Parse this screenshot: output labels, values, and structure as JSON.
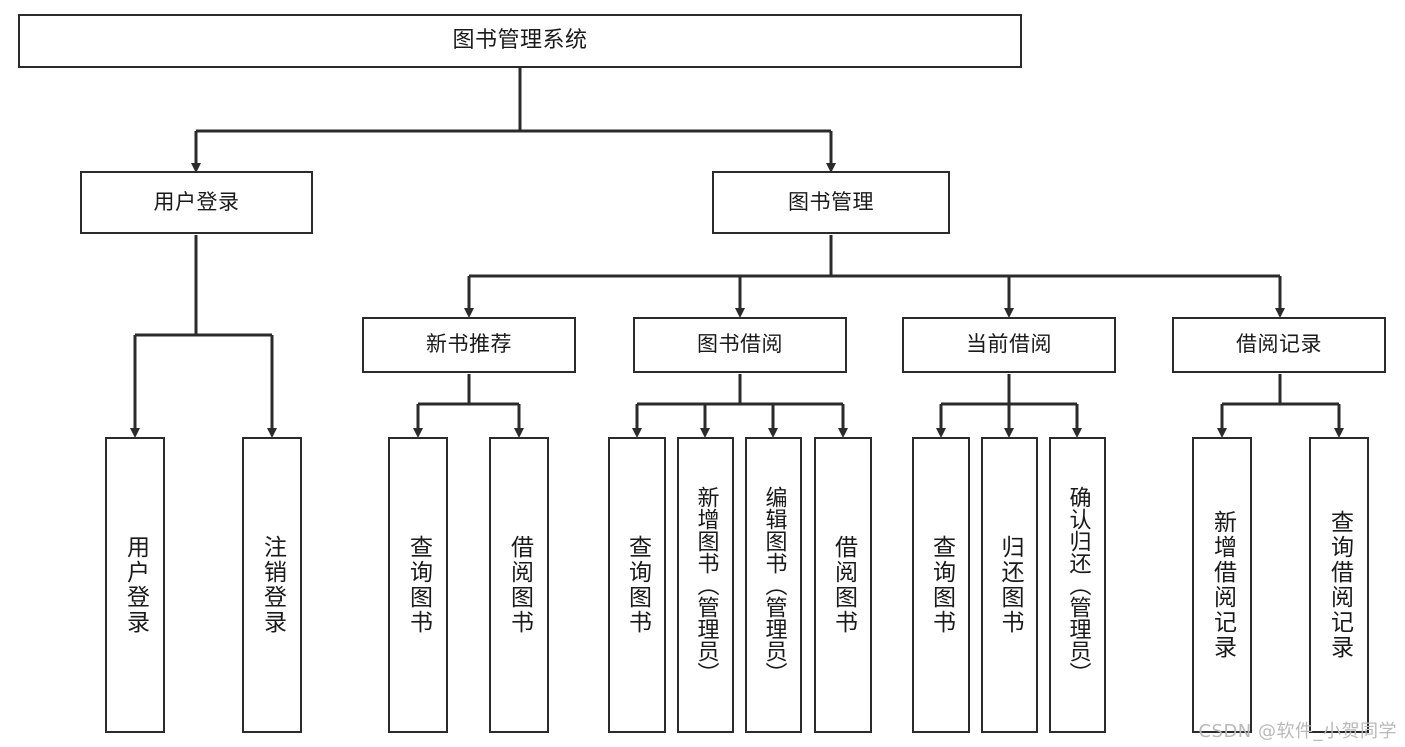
{
  "diagram": {
    "title": "图书管理系统",
    "type": "tree",
    "orientation": "top-down",
    "colors": {
      "background": "#ffffff",
      "box_border": "#2b2b2b",
      "box_fill": "#ffffff",
      "connector": "#2b2b2b",
      "text": "#1a1a1a",
      "watermark": "#b9b9b9"
    }
  },
  "nodes": {
    "root": {
      "label": "图书管理系统",
      "level": 1
    },
    "level2": [
      {
        "id": "user-login",
        "label": "用户登录"
      },
      {
        "id": "book-manage",
        "label": "图书管理"
      }
    ],
    "level3": [
      {
        "id": "new-book-recommend",
        "label": "新书推荐"
      },
      {
        "id": "book-borrow",
        "label": "图书借阅"
      },
      {
        "id": "current-borrow",
        "label": "当前借阅"
      },
      {
        "id": "borrow-record",
        "label": "借阅记录"
      }
    ],
    "leaves": {
      "user-login": [
        {
          "id": "leaf-user-login",
          "label": "用户登录"
        },
        {
          "id": "leaf-logout-login",
          "label": "注销登录"
        }
      ],
      "new-book-recommend": [
        {
          "id": "leaf-query-book-1",
          "label": "查询图书"
        },
        {
          "id": "leaf-borrow-book-1",
          "label": "借阅图书"
        }
      ],
      "book-borrow": [
        {
          "id": "leaf-query-book-2",
          "label": "查询图书"
        },
        {
          "id": "leaf-add-book",
          "label": "新增图书（管理员）"
        },
        {
          "id": "leaf-edit-book",
          "label": "编辑图书（管理员）"
        },
        {
          "id": "leaf-borrow-book-2",
          "label": "借阅图书"
        }
      ],
      "current-borrow": [
        {
          "id": "leaf-query-book-3",
          "label": "查询图书"
        },
        {
          "id": "leaf-return-book",
          "label": "归还图书"
        },
        {
          "id": "leaf-confirm-return",
          "label": "确认归还（管理员）"
        }
      ],
      "borrow-record": [
        {
          "id": "leaf-add-record",
          "label": "新增借阅记录"
        },
        {
          "id": "leaf-query-record",
          "label": "查询借阅记录"
        }
      ]
    }
  },
  "watermark": {
    "text": "CSDN @软件_小贺同学"
  }
}
